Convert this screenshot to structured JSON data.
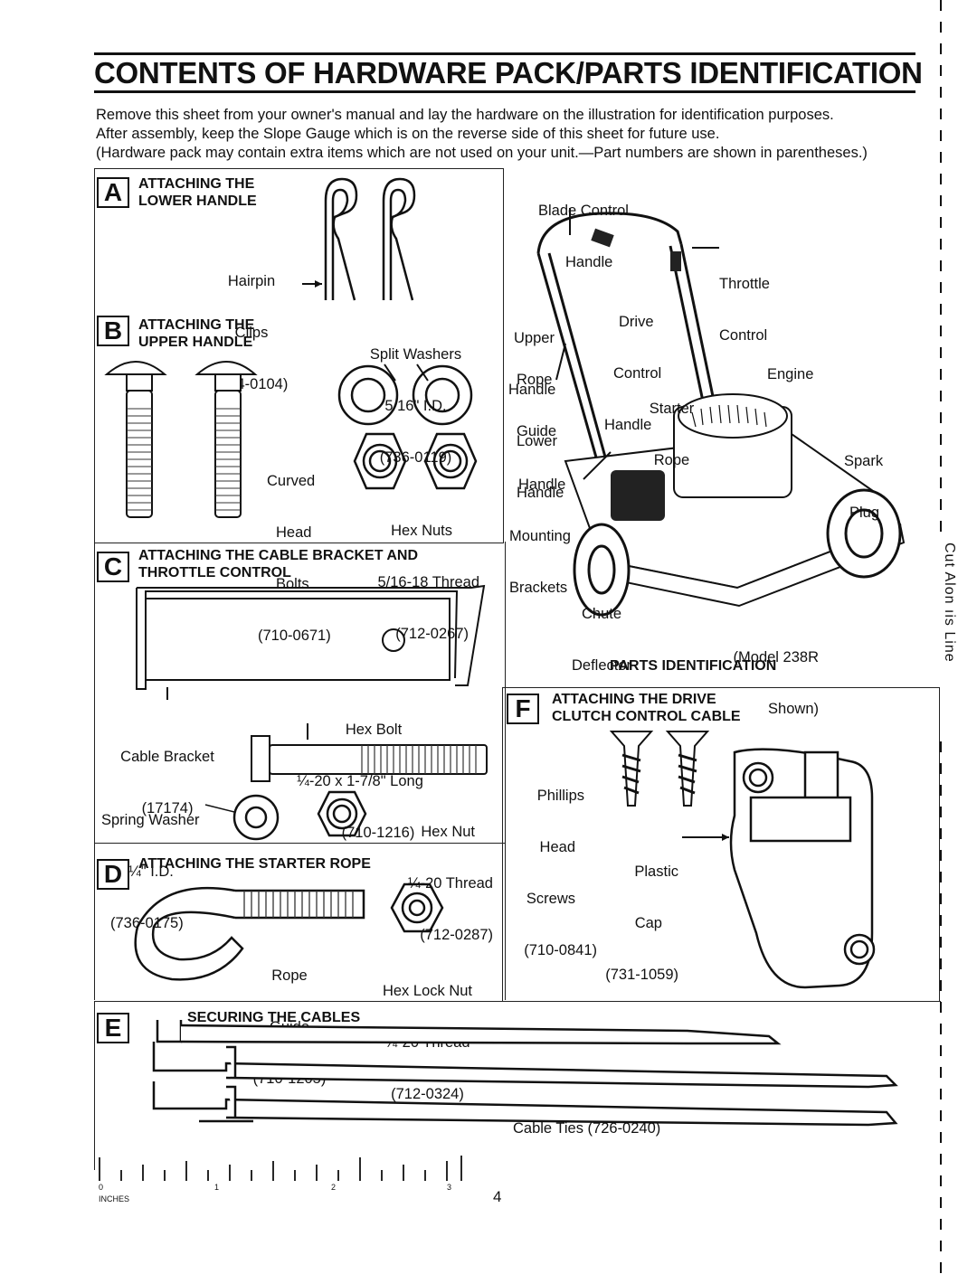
{
  "page": {
    "title": "CONTENTS OF HARDWARE PACK/PARTS IDENTIFICATION",
    "intro": [
      "Remove this sheet from your owner's manual and lay the hardware on the illustration for identification purposes.",
      "After assembly, keep the Slope Gauge which is on the reverse side of this sheet for future use.",
      "(Hardware pack may contain extra items which are not used on your unit.—Part numbers are shown in parentheses.)"
    ],
    "page_number": "4",
    "cut_text": "Cut Alon  ıis Line"
  },
  "section_a": {
    "letter": "A",
    "heading": [
      "ATTACHING THE",
      "LOWER HANDLE"
    ],
    "hairpin": [
      "Hairpin",
      "Clips",
      "(714-0104)"
    ]
  },
  "section_b": {
    "letter": "B",
    "heading": [
      "ATTACHING THE",
      "UPPER HANDLE"
    ],
    "washers": [
      "Split Washers",
      "5/16\" I.D.",
      "(736-0119)"
    ],
    "bolts": [
      "Curved",
      "Head",
      "Bolts",
      "(710-0671)"
    ],
    "nuts": [
      "Hex Nuts",
      "5/16-18 Thread",
      "(712-0267)"
    ]
  },
  "section_c": {
    "letter": "C",
    "heading": [
      "ATTACHING THE CABLE BRACKET AND",
      "THROTTLE CONTROL"
    ],
    "bracket": [
      "Cable Bracket",
      "(17174)"
    ],
    "hex_bolt": [
      "Hex Bolt",
      "¼-20 x 1-7/8\" Long",
      "(710-1216)"
    ],
    "spring_washer": [
      "Spring Washer",
      "¼\" I.D.",
      "(736-0175)"
    ],
    "hex_nut": [
      "Hex Nut",
      "¼-20 Thread",
      "(712-0287)"
    ]
  },
  "section_d": {
    "letter": "D",
    "heading": [
      "ATTACHING THE STARTER ROPE"
    ],
    "rope_guide": [
      "Rope",
      "Guide",
      "(710-1205)"
    ],
    "lock_nut": [
      "Hex Lock Nut",
      "¼-20 Thread",
      "(712-0324)"
    ]
  },
  "section_e": {
    "letter": "E",
    "heading": [
      "SECURING THE CABLES"
    ],
    "ties": "Cable Ties (726-0240)"
  },
  "section_f": {
    "letter": "F",
    "heading": [
      "ATTACHING THE DRIVE",
      "CLUTCH CONTROL CABLE"
    ],
    "screws": [
      "Phillips",
      "Head",
      "Screws",
      "(710-0841)"
    ],
    "cap": [
      "Plastic",
      "Cap",
      "(731-1059)"
    ]
  },
  "mower": {
    "labels": {
      "blade_control": [
        "Blade Control",
        "Handle"
      ],
      "throttle": [
        "Throttle",
        "Control"
      ],
      "drive": [
        "Drive",
        "Control",
        "Handle"
      ],
      "upper": [
        "Upper",
        "Handle"
      ],
      "rope_guide": [
        "Rope",
        "Guide"
      ],
      "starter": [
        "Starter",
        "Rope"
      ],
      "engine": [
        "Engine"
      ],
      "lower": [
        "Lower",
        "Handle"
      ],
      "spark": [
        "Spark",
        "Plug"
      ],
      "brackets": [
        "Handle",
        "Mounting",
        "Brackets"
      ],
      "chute": [
        "Chute",
        "Deflector"
      ],
      "model": [
        "(Model 238R",
        "Shown)"
      ]
    },
    "caption": "PARTS IDENTIFICATION"
  },
  "ruler": {
    "numbers": [
      "0",
      "1",
      "2",
      "3"
    ],
    "unit": "INCHES"
  }
}
